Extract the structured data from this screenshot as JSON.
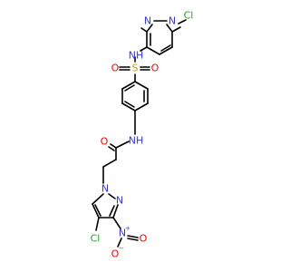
{
  "molecule": {
    "colors": {
      "carbon_bond": "#000000",
      "nitrogen": "#3333ff",
      "oxygen": "#ff0000",
      "sulfur": "#c8a000",
      "chlorine": "#1fa81f"
    },
    "labels": {
      "cl_top": "Cl",
      "n_ring_top_1": "N",
      "n_ring_top_2": "N",
      "nh_sulfonamide": "NH",
      "s": "S",
      "o_left": "O",
      "o_right": "O",
      "nh_amide": "NH",
      "o_amide": "O",
      "n1_pyrazole": "N",
      "n2_pyrazole": "N",
      "cl_bottom": "Cl",
      "n_nitro": "N",
      "n_nitro_charge": "+",
      "o_nitro_left": "O",
      "o_nitro_left_charge": "−",
      "o_nitro_right": "O"
    }
  }
}
